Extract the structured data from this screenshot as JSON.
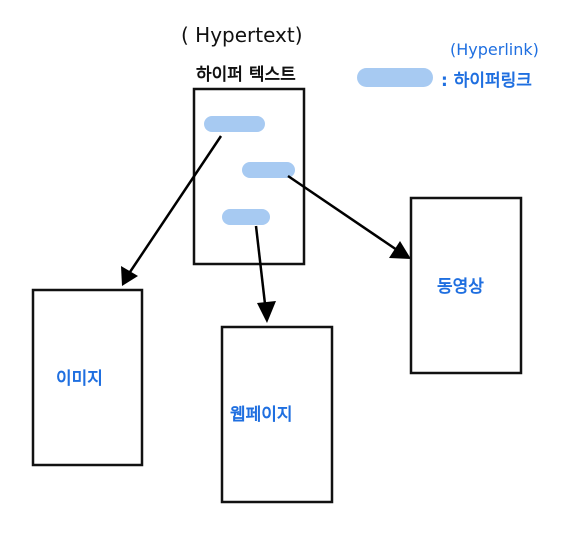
{
  "hypertext": {
    "english_label": "( Hypertext)",
    "korean_label": "하이퍼 텍스트"
  },
  "legend": {
    "english_label": "(Hyperlink)",
    "korean_label": ": 하이퍼링크"
  },
  "targets": {
    "image_label": "이미지",
    "webpage_label": "웹페이지",
    "video_label": "동영상"
  },
  "colors": {
    "link_highlight": "#a7caf2",
    "label_blue": "#1f6fe0",
    "ink": "#111111"
  }
}
